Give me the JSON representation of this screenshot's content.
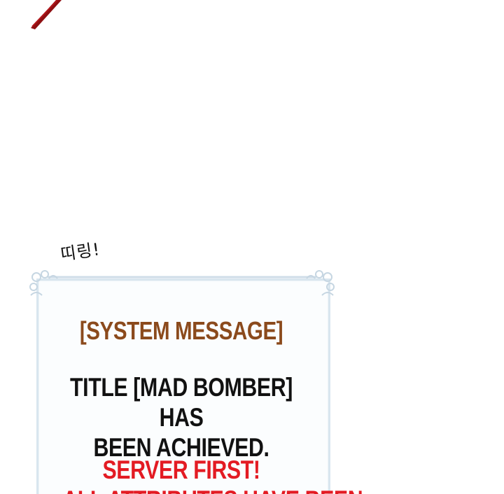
{
  "sfx": "띠링!",
  "system_message": {
    "header": "[SYSTEM MESSAGE]",
    "body_lines": [
      "TITLE [MAD BOMBER] HAS",
      "BEEN ACHIEVED."
    ],
    "alert_lines": [
      "SERVER FIRST!",
      "ALL ATTRIBUTES HAVE BEEN"
    ]
  },
  "colors": {
    "header": "#8b4a1c",
    "body": "#111111",
    "alert": "#e31b23",
    "frame": "#d9e6ef",
    "slash": "#8e0f12"
  },
  "decorations": [
    "slash-stroke",
    "ornate-corner-left",
    "ornate-corner-right"
  ]
}
